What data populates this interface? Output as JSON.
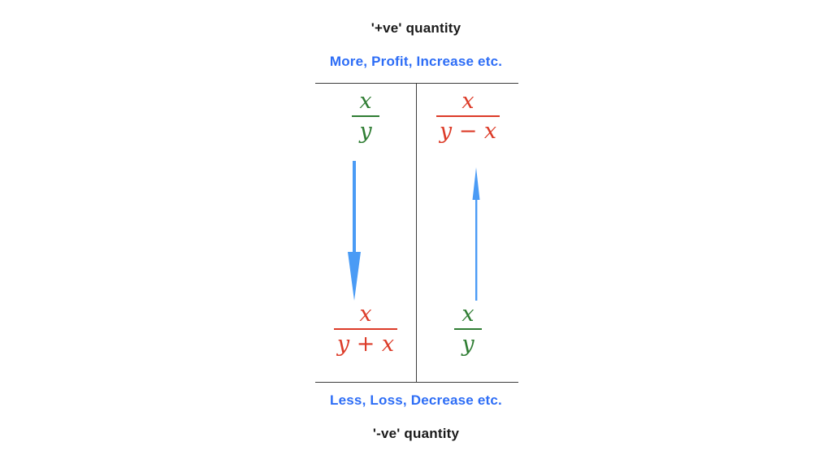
{
  "diagram": {
    "title_top": "'+ve' quantity",
    "subtitle_top": "More, Profit, Increase etc.",
    "subtitle_bottom": "Less, Loss, Decrease etc.",
    "title_bottom": "'-ve' quantity",
    "colors": {
      "positive": "#2f7d33",
      "negative": "#dc3b28",
      "keyword": "#2d6df6",
      "rule": "#3c3c3c",
      "arrow": "#4a9bf5",
      "text": "#1a1a1a",
      "background": "#ffffff"
    },
    "cells": {
      "top_left": {
        "numerator": "x",
        "denominator": "y",
        "color_name": "positive"
      },
      "top_right": {
        "numerator": "x",
        "denominator": "y − x",
        "color_name": "negative"
      },
      "bottom_left": {
        "numerator": "x",
        "denominator": "y + x",
        "color_name": "negative"
      },
      "bottom_right": {
        "numerator": "x",
        "denominator": "y",
        "color_name": "positive"
      }
    },
    "arrows": [
      {
        "name": "left-column-arrow",
        "direction": "down",
        "from": "x/y",
        "to": "x/(y + x)"
      },
      {
        "name": "right-column-arrow",
        "direction": "up",
        "from": "x/y",
        "to": "x/(y − x)"
      }
    ]
  }
}
